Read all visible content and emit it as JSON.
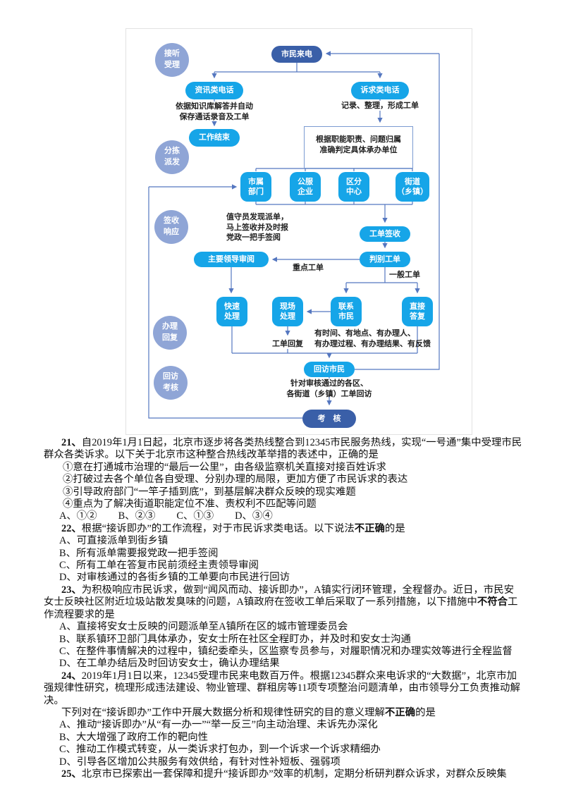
{
  "flowchart": {
    "colors": {
      "node_cyan": "#16a5e8",
      "node_dark": "#3a5fa8",
      "stage_circle": "#8fa5d6",
      "connector": "#5577c0"
    },
    "stages": [
      {
        "label": "接听\n受理"
      },
      {
        "label": "分拣\n派发"
      },
      {
        "label": "签收\n响应"
      },
      {
        "label": "办理\n回复"
      },
      {
        "label": "回访\n考核"
      }
    ],
    "nodes": {
      "citizen_call": "市民来电",
      "info_call": "资讯类电话",
      "appeal_call": "诉求类电话",
      "work_end": "工作结束",
      "unit_city_dept": "市属\n部门",
      "unit_public_ent": "公服\n企业",
      "unit_district_center": "区分\n中心",
      "unit_street": "街道\n（乡镇）",
      "order_sign": "工单签收",
      "order_judge": "判别工单",
      "leader_review": "主要领导审阅",
      "fast_handle": "快速\n处理",
      "site_handle": "现场\n处理",
      "contact_citizen": "联系\n市民",
      "direct_reply": "直接\n答复",
      "revisit_citizen": "回访市民",
      "assess": "考　核"
    },
    "notes": {
      "info_note": "依据知识库解答并自动\n保存通话录音及工单",
      "appeal_note": "记录、整理，形成工单",
      "dispatch_note": "根据职能职责、问题归属\n准确判定具体承办单位",
      "duty_note": "值守员发现派单，\n马上签收并及时报\n党政一把手签阅",
      "key_order": "重点工单",
      "general_order": "一般工单",
      "order_reply": "工单回复",
      "handle_note": "有时间、有地点、有办理人、\n有办理过程、有办理结果、有反馈",
      "revisit_note": "针对审核通过的各区、\n各街道（乡镇）工单回访"
    }
  },
  "questions": {
    "q21": {
      "num": "21、",
      "stem": "自2019年1月1日起，北京市逐步将各类热线整合到12345市民服务热线，实现“一号通”集中受理市民群众各类诉求。以下关于北京市这种整合热线改革举措的表述中，正确的是",
      "items": [
        "①意在打通城市治理的“最后一公里”，由各级监察机关直接对接百姓诉求",
        "②打破过去各个单位各自受理、分别办理的局限，更加方便了市民诉求的表达",
        "③引导政府部门“一竿子插到底”，到基层解决群众反映的现实难题",
        "④重点为了解决街道职能定位不准、责权利不匹配等问题"
      ],
      "answers": [
        "A、①②",
        "B、②③",
        "C、①③",
        "D、③④"
      ]
    },
    "q22": {
      "num": "22、",
      "stem_pre": "根据“接诉即办”的工作流程，对于市民诉求类电话。以下说法",
      "stem_bold": "不正确",
      "stem_post": "的是",
      "options": [
        "A、可直接派单到街乡镇",
        "B、所有派单需要报党政一把手签阅",
        "C、所有工单在答复市民前须经主责领导审阅",
        "D、对审核通过的各街乡镇的工单要向市民进行回访"
      ]
    },
    "q23": {
      "num": "23、",
      "stem_pre": "为积极响应市民诉求，做到“闻风而动、接诉即办”，A镇实行闭环管理，全程督办。近日，市民安女士反映社区附近垃圾站散发臭味的问题，A镇政府在签收工单后采取了一系列措施，以下措施中",
      "stem_bold": "不符合",
      "stem_post": "工作流程要求的是",
      "options": [
        "A、直接将安女士反映的问题派单至A镇所在区的城市管理委员会",
        "B、联系镇环卫部门具体承办，安女士所在社区全程盯办，并及时和安女士沟通",
        "C、在整件事情解决的过程中，镇纪委牵头，区监察专员参与，对履职情况和办理实效等进行全程监督",
        "D、在工单办结后及时回访安女士，确认办理结果"
      ]
    },
    "q24": {
      "num": "24、",
      "intro": "2019年1月1日以来，12345受理市民来电数百万件。根据12345群众来电诉求的“大数据”，北京市加强规律性研究，梳理形成违法建设、物业管理、群租房等11项专项整治问题清单，由市领导分工负责推动解决。",
      "stem_pre": "下列对在“接诉即办”工作中开展大数据分析和规律性研究的目的意义理解",
      "stem_bold": "不正确",
      "stem_post": "的是",
      "options": [
        "A、推动“接诉即办”从“有一办一”“举一反三”向主动治理、未诉先办深化",
        "B、大大增强了政府工作的靶向性",
        "C、推动工作模式转变，从一类诉求打包办，到一个诉求一个诉求精细办",
        "D、引导各区增加公共服务有效供给，有针对性补短板、强弱项"
      ]
    },
    "q25": {
      "num": "25、",
      "stem": "北京市已探索出一套保障和提升“接诉即办”效率的机制，定期分析研判群众诉求，对群众反映集"
    }
  }
}
